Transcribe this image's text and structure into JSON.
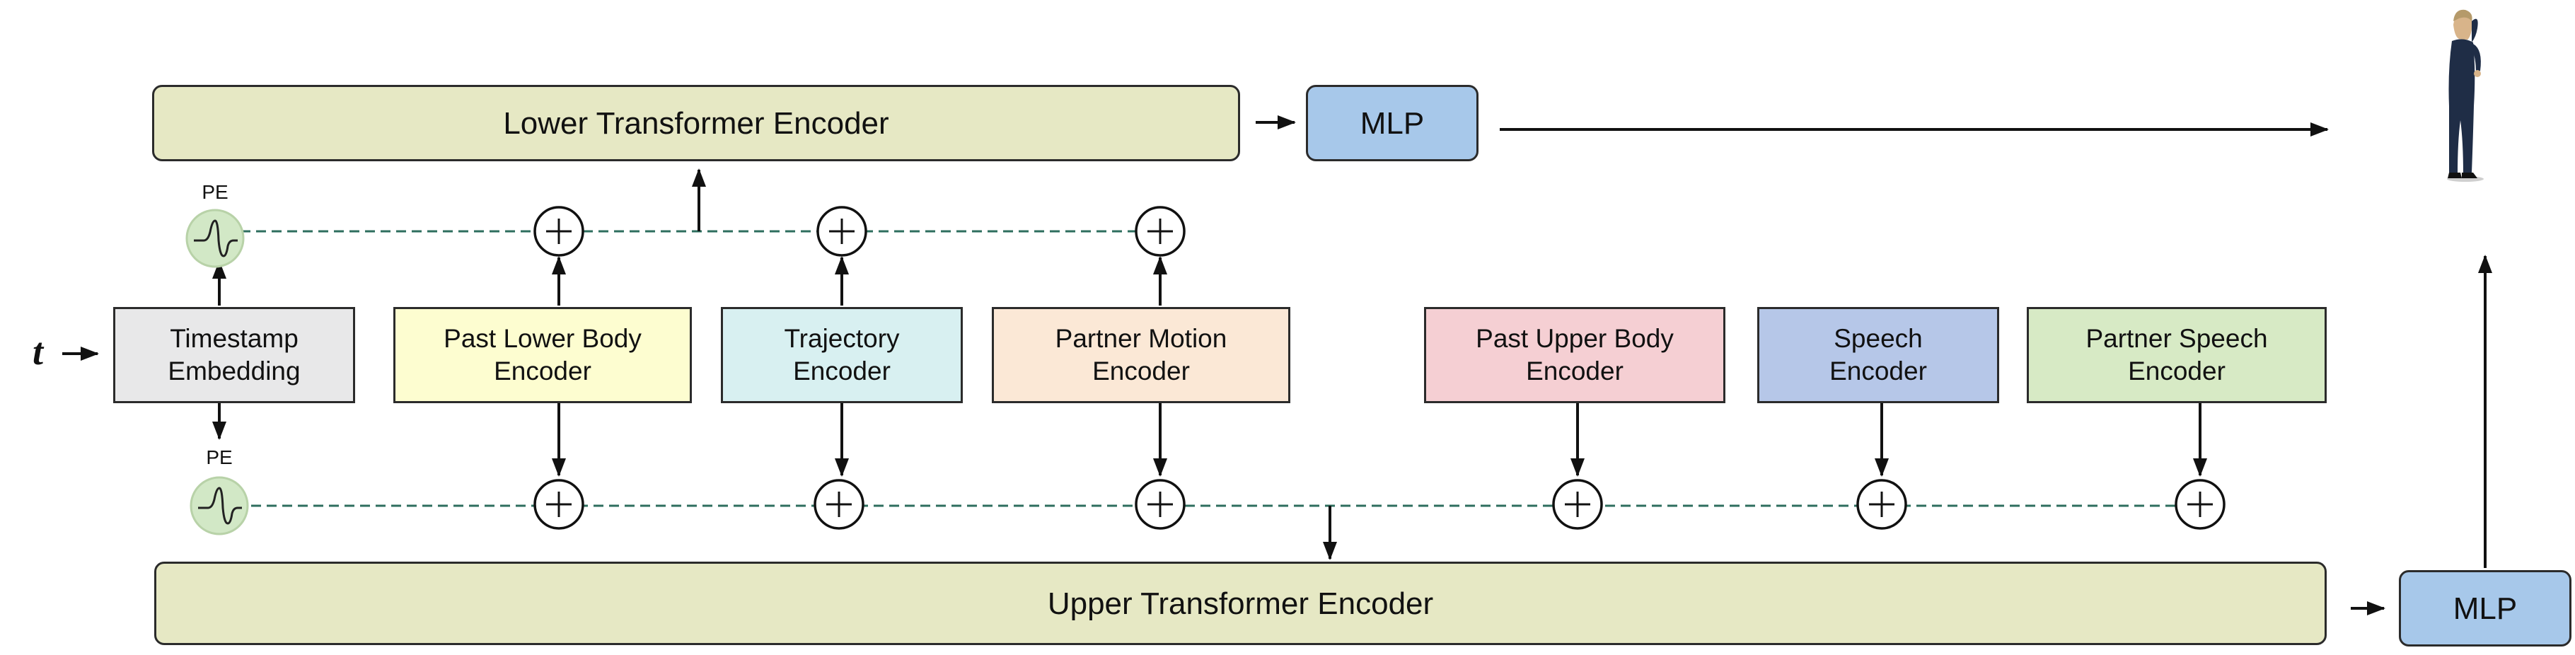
{
  "input_symbol": "t",
  "pe_label": "PE",
  "lower_transformer": {
    "label": "Lower Transformer Encoder",
    "color": "#E6E8C4"
  },
  "upper_transformer": {
    "label": "Upper Transformer Encoder",
    "color": "#E6E8C4"
  },
  "mlp": {
    "label": "MLP",
    "color": "#A7C8EA"
  },
  "encoders": [
    {
      "label": "Timestamp\nEmbedding",
      "color": "#E8E8E9"
    },
    {
      "label": "Past Lower Body\nEncoder",
      "color": "#FDFDD0"
    },
    {
      "label": "Trajectory\nEncoder",
      "color": "#D8F0F1"
    },
    {
      "label": "Partner Motion\nEncoder",
      "color": "#FBE8D6"
    },
    {
      "label": "Past Upper Body\nEncoder",
      "color": "#F5CFD3"
    },
    {
      "label": "Speech\nEncoder",
      "color": "#B6C7E8"
    },
    {
      "label": "Partner Speech\nEncoder",
      "color": "#D7EAC5"
    }
  ],
  "pe_circle_color": "#D2E8C6",
  "connector_color": "#2E6E5E",
  "output_icon": "standing-human-avatar-icon"
}
